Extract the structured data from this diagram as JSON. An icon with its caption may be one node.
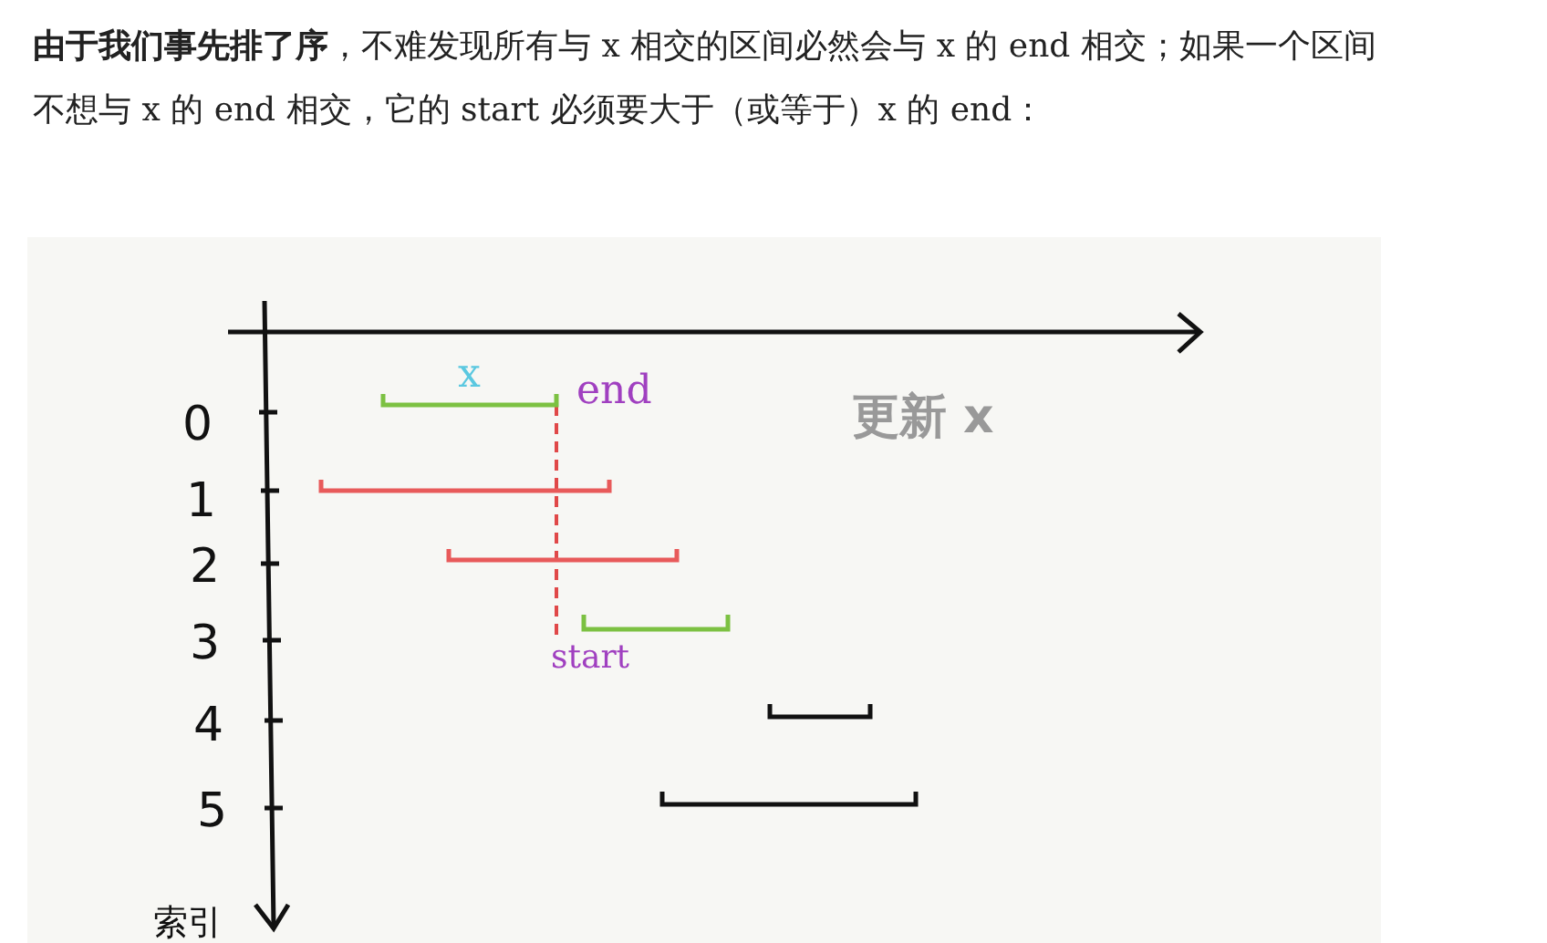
{
  "diagram": {
    "labels": [
      "**由于我们事先排了序**，不难发现所有与 x 相交的区间必然会与 x 的 end 相交；如果一个区间不想与 x 的 end 相交，它的 start 必须要大于（或等于）x 的 end：",
      "x",
      "end",
      "0",
      "更新 x",
      "1",
      "2",
      "3",
      "start",
      "4",
      "5",
      "索引"
    ]
  }
}
